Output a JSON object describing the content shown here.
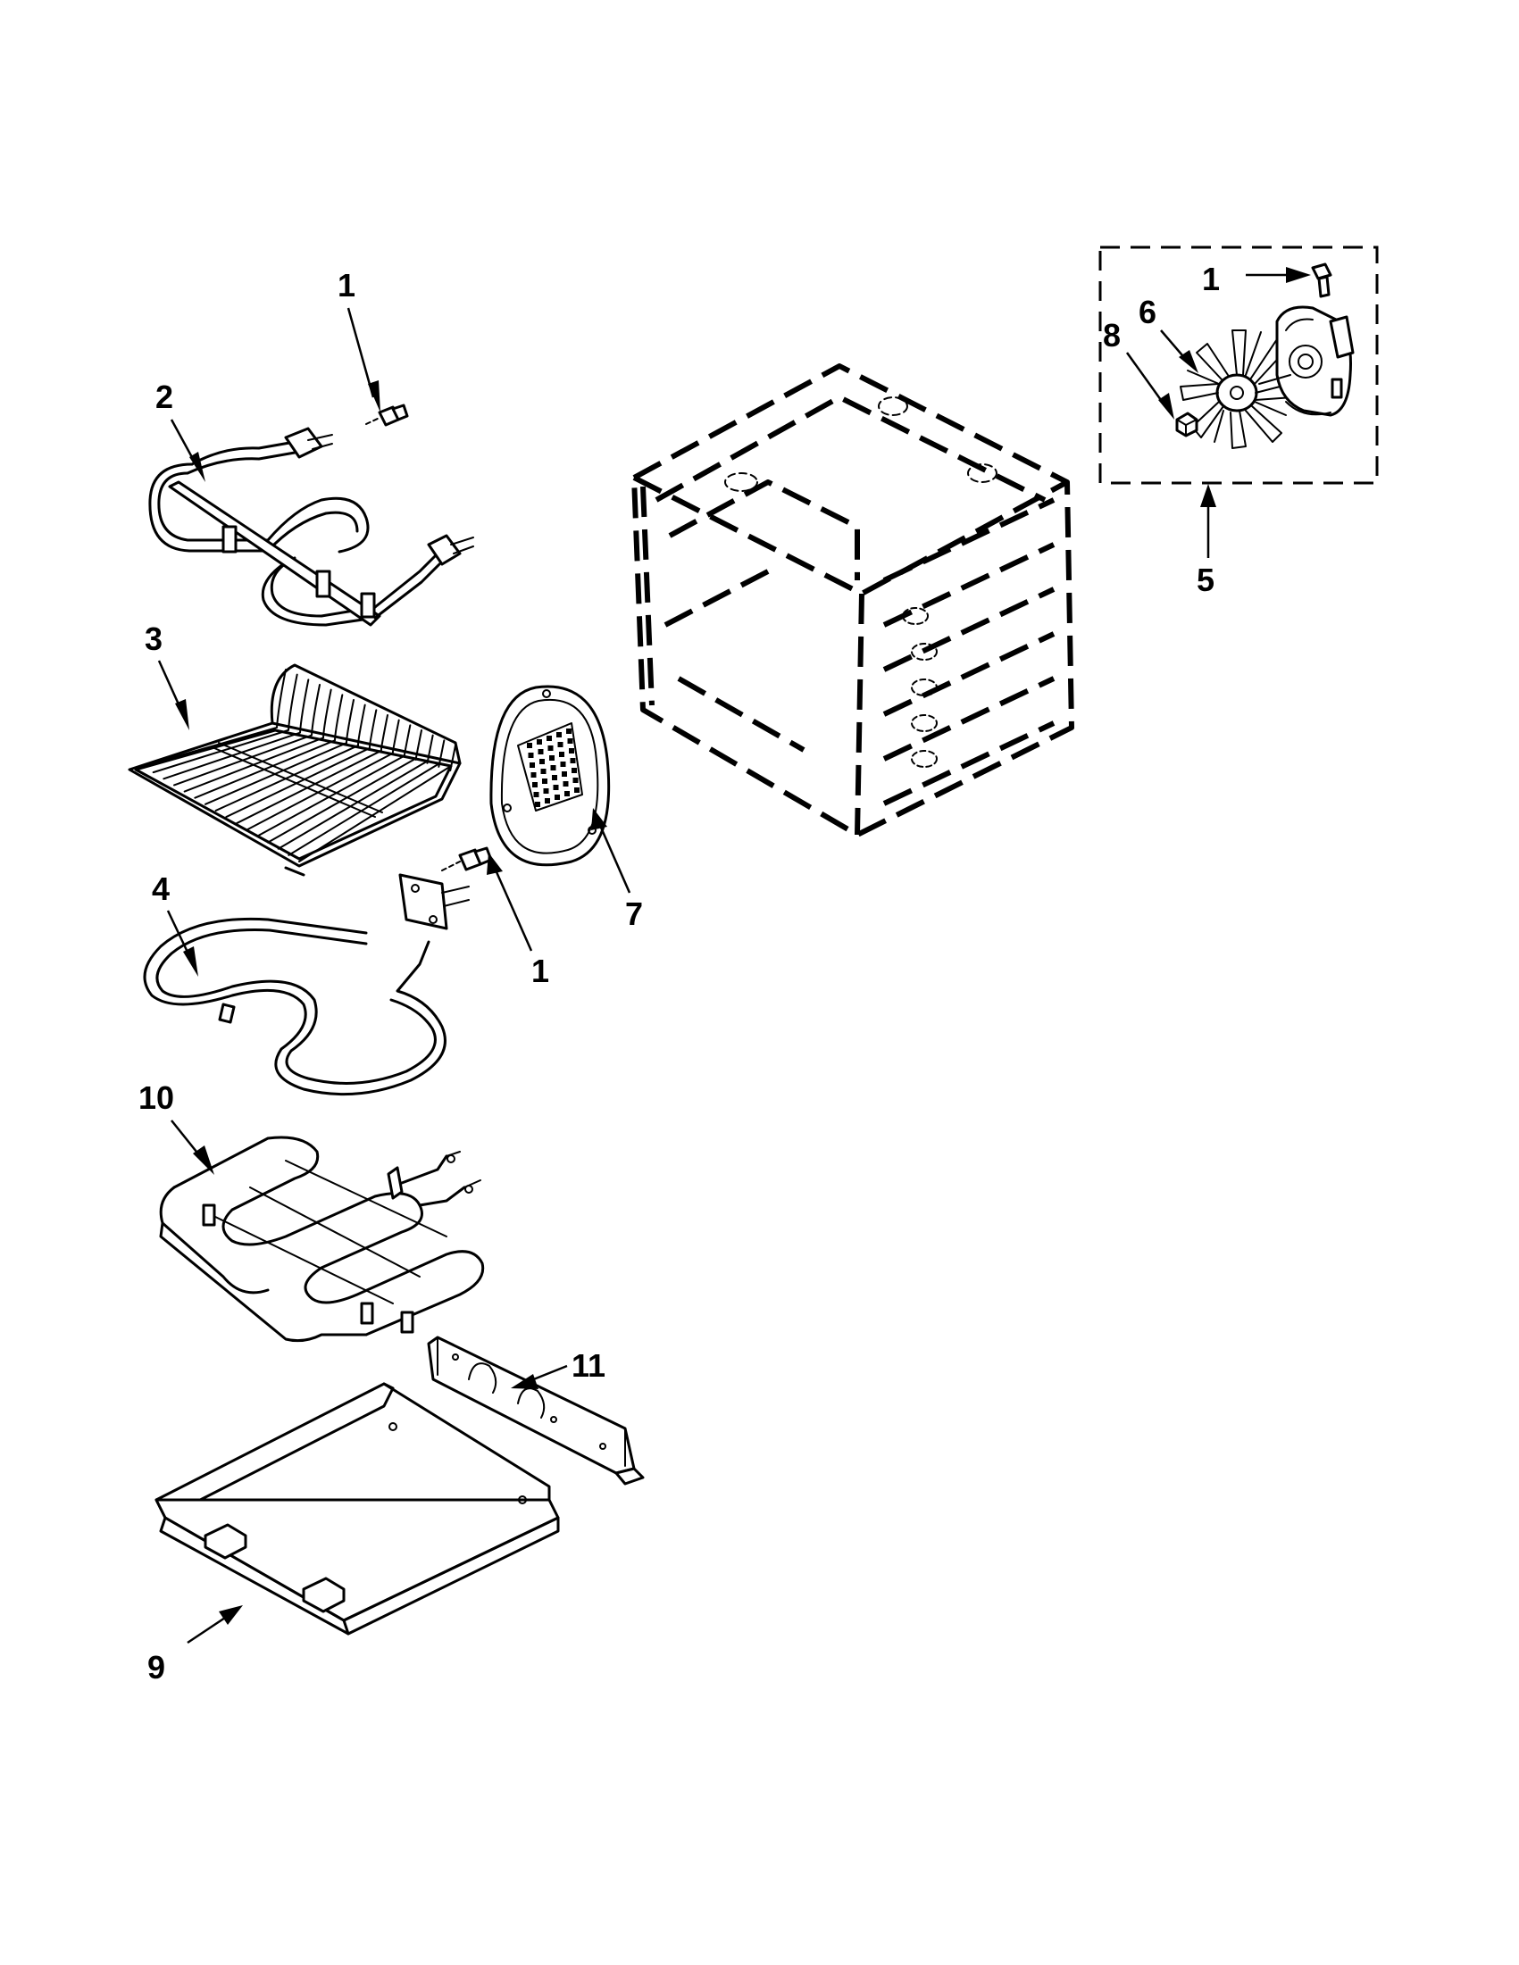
{
  "callouts": {
    "c1_top": "1",
    "c2": "2",
    "c3": "3",
    "c4": "4",
    "c1_mid": "1",
    "c7": "7",
    "c10": "10",
    "c11": "11",
    "c9": "9",
    "c1_box": "1",
    "c6": "6",
    "c8": "8",
    "c5": "5"
  }
}
